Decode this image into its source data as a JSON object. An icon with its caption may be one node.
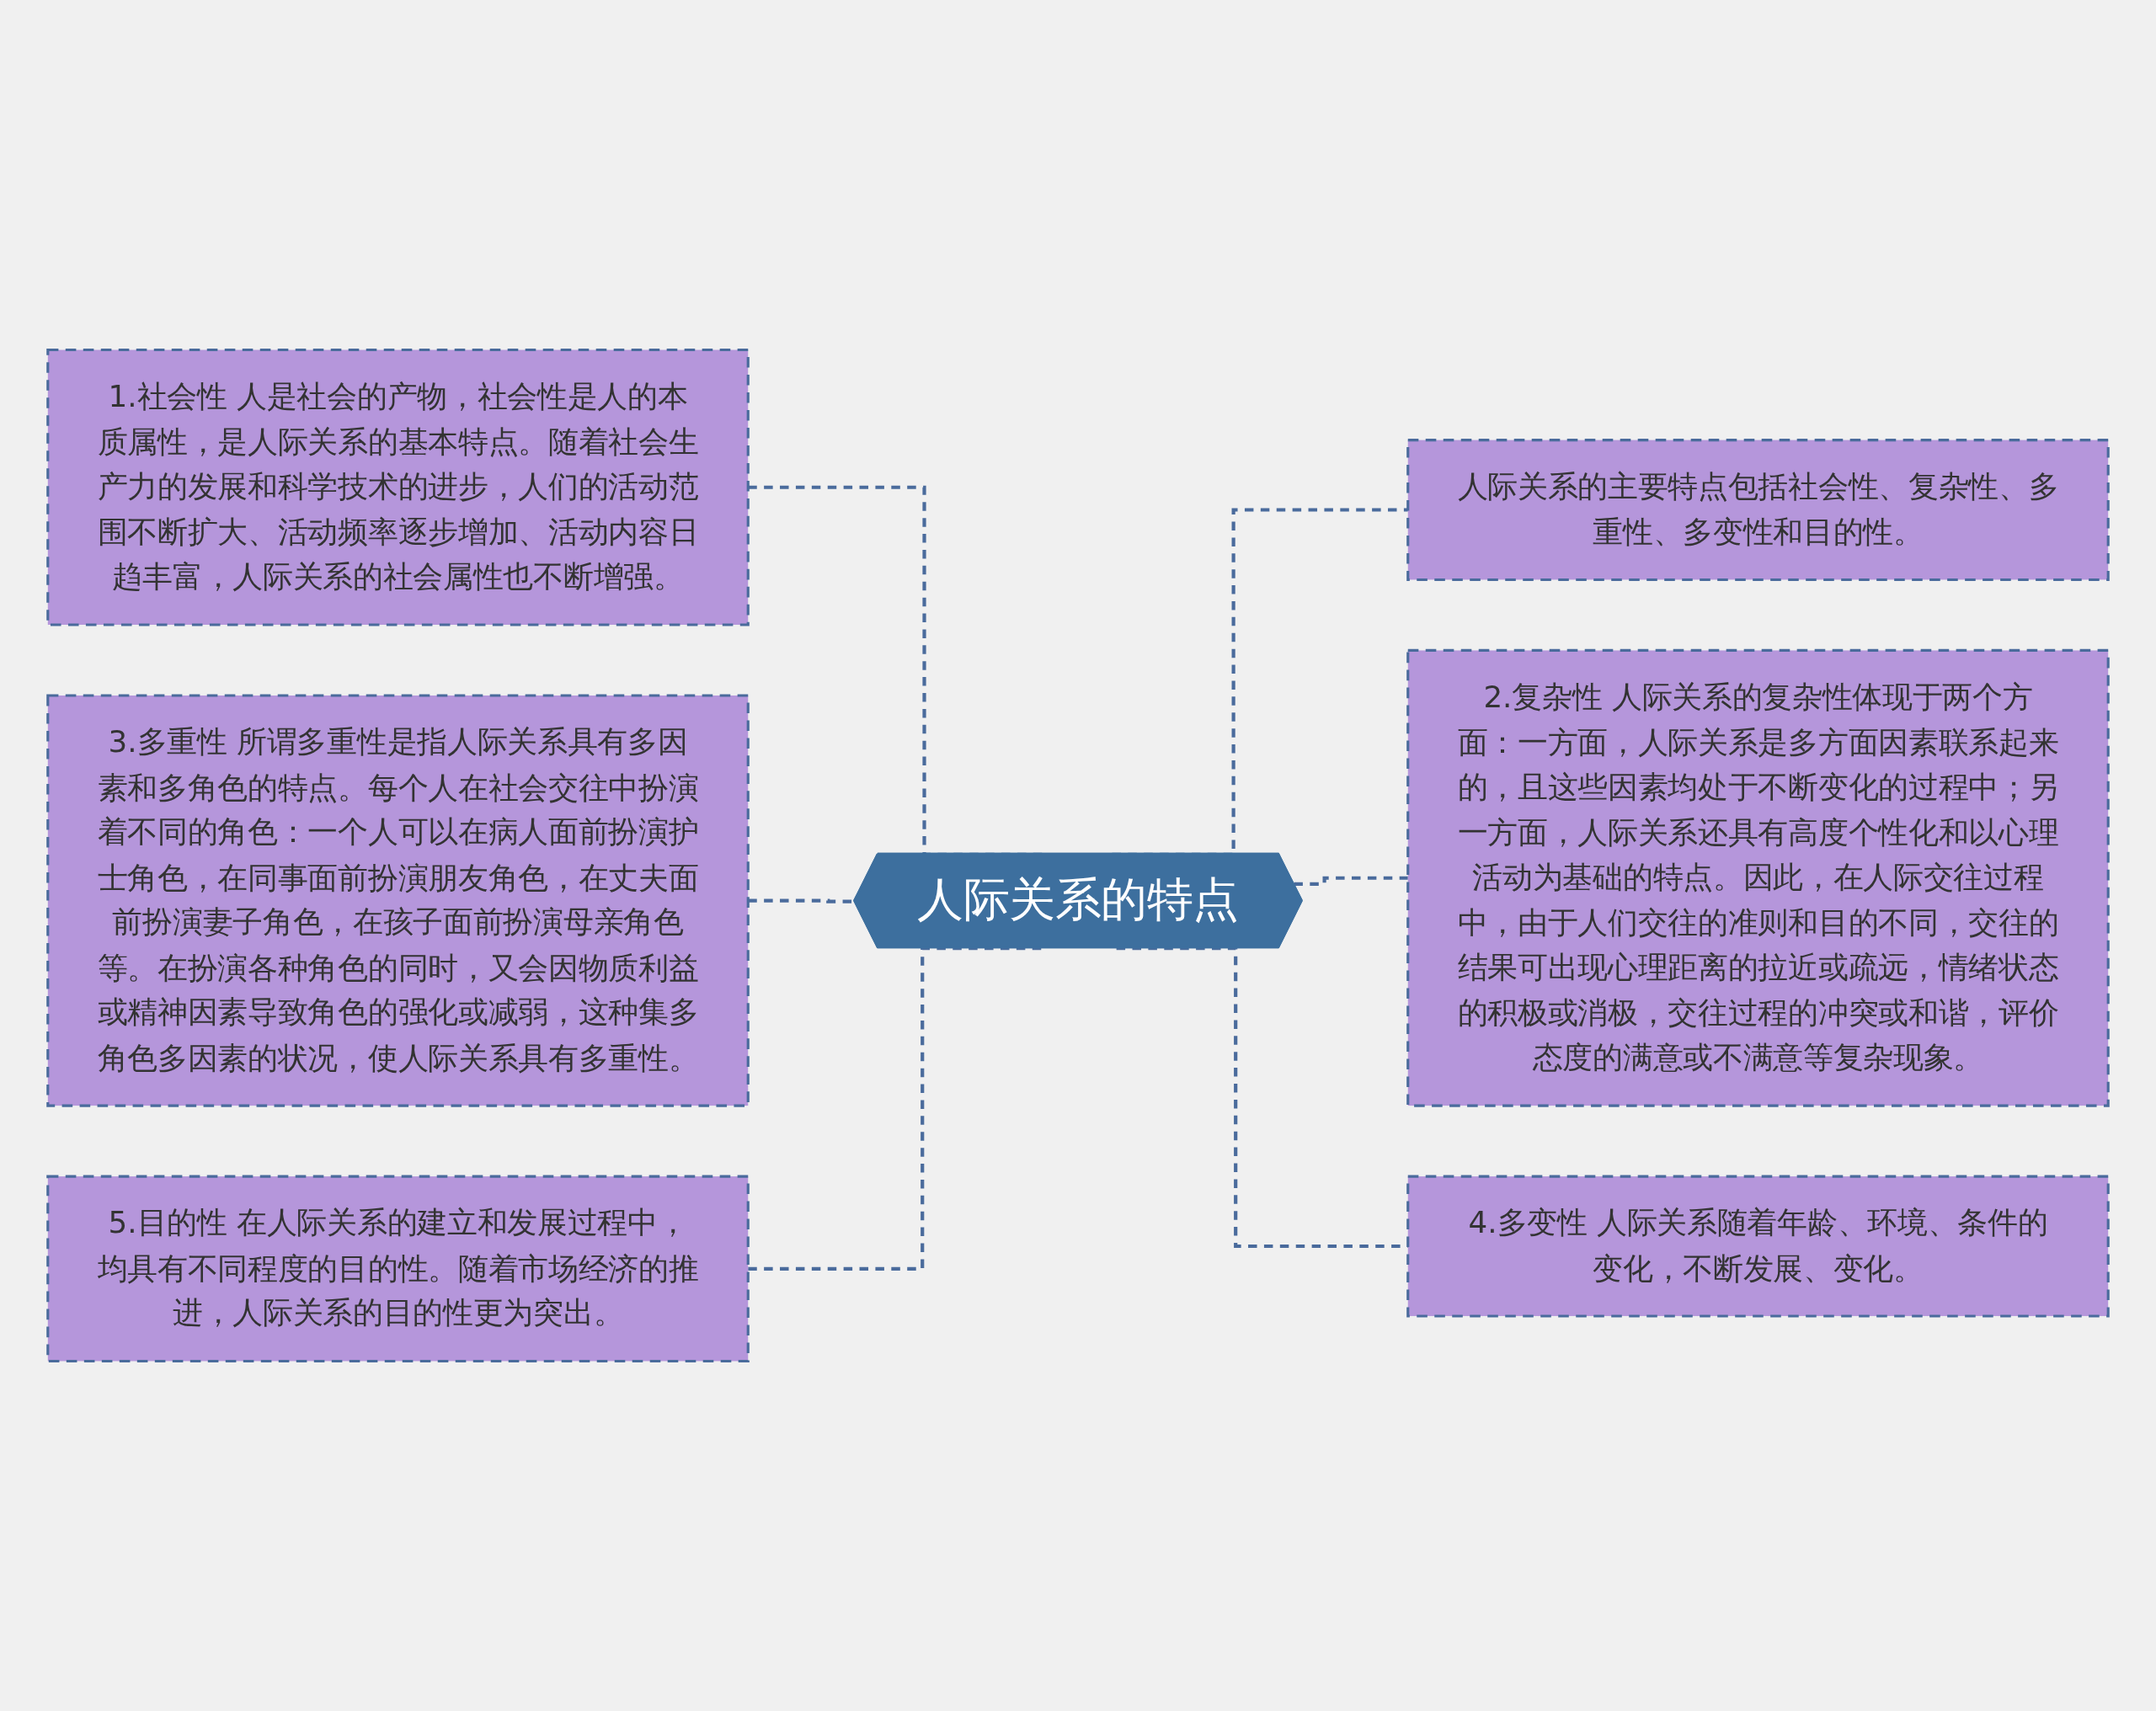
{
  "diagram": {
    "nodes": [
      {
        "text": [
          "1.社会性 人是社会的产物，社会性是人的本质属性，是人际关系的基本特点。随着社会生产力的发展和科学技术的进步，人们的活动范围不断扩大、活动频率逐步增加、活动内容日趋丰富，人际关系的社会属性也不断增强。"
        ]
      },
      {
        "text": [
          "3.多重性 所谓多重性是指人际关系具有多因素和多角色的特点。每个人在社会交往中扮演着不同的角色：一个人可以在病人面前扮演护士角色，在同事面前扮演朋友角色，在丈夫面前扮演妻子角色，在孩子面前扮演母亲角色等。在扮演各种角色的同时，又会因物质利益或精神因素导致角色的强化或减弱，这种集多角色多因素的状况，使人际关系具有多重性。"
        ]
      },
      {
        "text": [
          "5.目的性 在人际关系的建立和发展过程中，均具有不同程度的目的性。随着市场经济的推进，人际关系的目的性更为突出。"
        ]
      },
      {
        "text": [
          "人际关系的特点"
        ]
      },
      {
        "text": [
          "人际关系的主要特点包括社会性、复杂性、多重性、多变性和目的性。"
        ]
      },
      {
        "text": [
          "2.复杂性 人际关系的复杂性体现于两个方面：一方面，人际关系是多方面因素联系起来的，且这些因素均处于不断变化的过程中；另一方面，人际关系还具有高度个性化和以心理活动为基础的特点。因此，在人际交往过程中，由于人们交往的准则和目的不同，交往的结果可出现心理距离的拉近或疏远，情绪状态的积极或消极，交往过程的冲突或和谐，评价态度的满意或不满意等复杂现象。"
        ]
      },
      {
        "text": [
          "4.多变性 人际关系随着年龄、环境、条件的变化，不断发展、变化。"
        ]
      }
    ],
    "edges": [
      {
        "from": 0,
        "to": 3,
        "arrow": "none",
        "style": "dashed"
      },
      {
        "from": 1,
        "to": 3,
        "arrow": "none",
        "style": "dashed"
      },
      {
        "from": 2,
        "to": 3,
        "arrow": "none",
        "style": "dashed"
      },
      {
        "from": 3,
        "to": 4,
        "arrow": "none",
        "style": "dashed"
      },
      {
        "from": 3,
        "to": 5,
        "arrow": "none",
        "style": "dashed"
      },
      {
        "from": 3,
        "to": 6,
        "arrow": "none",
        "style": "dashed"
      }
    ]
  }
}
